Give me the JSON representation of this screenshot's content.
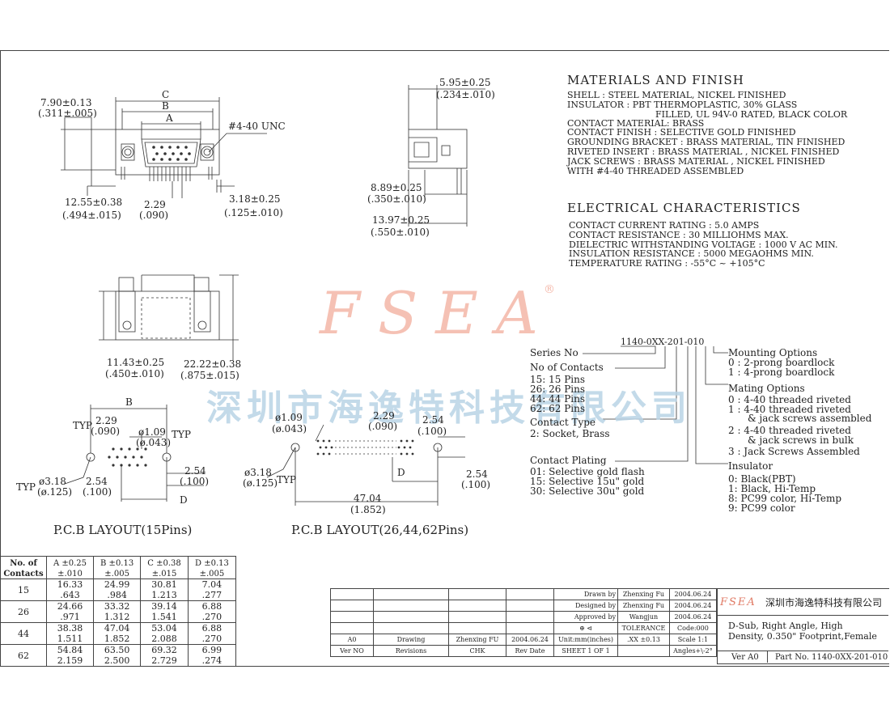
{
  "watermark": {
    "logo": "FSEA",
    "registered": "®",
    "company_cn": "深圳市海逸特科技有限公司"
  },
  "front_view": {
    "dim_c": "C",
    "dim_b": "B",
    "dim_a": "A",
    "width_mm": "7.90±0.13",
    "width_in": "(.311±.005)",
    "screw": "#4-40 UNC",
    "height_mm": "12.55±0.38",
    "height_in": "(.494±.015)",
    "pitch_mm": "2.29",
    "pitch_in": "(.090)",
    "tail_mm": "3.18±0.25",
    "tail_in": "(.125±.010)"
  },
  "side_view": {
    "top_mm": "5.95±0.25",
    "top_in": "(.234±.010)",
    "mid_mm": "8.89±0.25",
    "mid_in": "(.350±.010)",
    "bot_mm": "13.97±0.25",
    "bot_in": "(.550±.010)"
  },
  "top_view": {
    "h1_mm": "11.43±0.25",
    "h1_in": "(.450±.010)",
    "h2_mm": "22.22±0.38",
    "h2_in": "(.875±.015)"
  },
  "pcb15": {
    "dim_b": "B",
    "dim_d": "D",
    "typ": "TYP",
    "p229_mm": "2.29",
    "p229_in": "(.090)",
    "d109_mm": "ø1.09",
    "d109_in": "(ø.043)",
    "d318_mm": "ø3.18",
    "d318_in": "(ø.125)",
    "p254_mm": "2.54",
    "p254_in": "(.100)",
    "p254b_mm": "2.54",
    "p254b_in": "(.100)",
    "title": "P.C.B LAYOUT(15Pins)"
  },
  "pcb_multi": {
    "d109_mm": "ø1.09",
    "d109_in": "(ø.043)",
    "p229_mm": "2.29",
    "p229_in": "(.090)",
    "p254_mm": "2.54",
    "p254_in": "(.100)",
    "d318_mm": "ø3.18",
    "d318_in": "(ø.125)",
    "typ": "TYP",
    "dim_d": "D",
    "p254b_mm": "2.54",
    "p254b_in": "(.100)",
    "span_mm": "47.04",
    "span_in": "(1.852)",
    "title": "P.C.B LAYOUT(26,44,62Pins)"
  },
  "materials": {
    "title": "MATERIALS AND FINISH",
    "lines": [
      "SHELL : STEEL MATERIAL, NICKEL FINISHED",
      "INSULATOR : PBT THERMOPLASTIC, 30% GLASS",
      "FILLED, UL 94V-0 RATED, BLACK COLOR",
      "CONTACT MATERIAL: BRASS",
      "CONTACT FINISH : SELECTIVE GOLD FINISHED",
      "GROUNDING BRACKET : BRASS MATERIAL, TIN FINISHED",
      "RIVETED INSERT : BRASS MATERIAL , NICKEL FINISHED",
      "JACK SCREWS : BRASS MATERIAL , NICKEL FINISHED",
      "WITH #4-40 THREADED ASSEMBLED"
    ]
  },
  "electrical": {
    "title": "ELECTRICAL CHARACTERISTICS",
    "lines": [
      "CONTACT CURRENT RATING : 5.0 AMPS",
      "CONTACT RESISTANCE : 30 MILLIOHMS MAX.",
      "DIELECTRIC WITHSTANDING VOLTAGE : 1000 V AC MIN.",
      "INSULATION RESISTANCE : 5000 MEGAOHMS MIN.",
      "TEMPERATURE RATING : -55°C ~ +105°C"
    ]
  },
  "part_number": {
    "code": "1140-0XX-201-010",
    "series": "Series No",
    "contacts_title": "No of Contacts",
    "contacts": [
      "15: 15 Pins",
      "26: 26 Pins",
      "44: 44 Pins",
      "62: 62 Pins"
    ],
    "contact_type_title": "Contact Type",
    "contact_type": "2: Socket, Brass",
    "plating_title": "Contact Plating",
    "plating": [
      "01: Selective gold flash",
      "15: Selective 15u\" gold",
      "30: Selective 30u\" gold"
    ],
    "mounting_title": "Mounting Options",
    "mounting": [
      "0 : 2-prong boardlock",
      "1 : 4-prong boardlock"
    ],
    "mating_title": "Mating Options",
    "mating": [
      "0 : 4-40 threaded riveted",
      "1 : 4-40 threaded riveted",
      "& jack screws assembled",
      "2 : 4-40 threaded riveted",
      "& jack screws in bulk",
      "3 : Jack Screws Assembled"
    ],
    "insulator_title": "Insulator",
    "insulator": [
      "0: Black(PBT)",
      "1: Black, Hi-Temp",
      "8: PC99 color, Hi-Temp",
      "9: PC99 color"
    ]
  },
  "dim_table": {
    "headers": [
      {
        "main": "No. of",
        "sub": "Contacts"
      },
      {
        "main": "A ±0.25",
        "sub": "±.010"
      },
      {
        "main": "B ±0.13",
        "sub": "±.005"
      },
      {
        "main": "C ±0.38",
        "sub": "±.015"
      },
      {
        "main": "D ±0.13",
        "sub": "±.005"
      }
    ],
    "rows": [
      {
        "n": "15",
        "a": [
          "16.33",
          ".643"
        ],
        "b": [
          "24.99",
          ".984"
        ],
        "c": [
          "30.81",
          "1.213"
        ],
        "d": [
          "7.04",
          ".277"
        ]
      },
      {
        "n": "26",
        "a": [
          "24.66",
          ".971"
        ],
        "b": [
          "33.32",
          "1.312"
        ],
        "c": [
          "39.14",
          "1.541"
        ],
        "d": [
          "6.88",
          ".270"
        ]
      },
      {
        "n": "44",
        "a": [
          "38.38",
          "1.511"
        ],
        "b": [
          "47.04",
          "1.852"
        ],
        "c": [
          "53.04",
          "2.088"
        ],
        "d": [
          "6.88",
          ".270"
        ]
      },
      {
        "n": "62",
        "a": [
          "54.84",
          "2.159"
        ],
        "b": [
          "63.50",
          "2.500"
        ],
        "c": [
          "69.32",
          "2.729"
        ],
        "d": [
          "6.99",
          ".274"
        ]
      }
    ]
  },
  "title_block": {
    "drawn_label": "Drawn  by",
    "drawn_name": "Zhenxing Fu",
    "drawn_date": "2004.06.24",
    "designed_label": "Designed by",
    "designed_name": "Zhenxing Fu",
    "designed_date": "2004.06.24",
    "approved_label": "Approved by",
    "approved_name": "Wangjun",
    "approved_date": "2004.06.24",
    "tolerance": "TOLERANCE",
    "code": "Code:000",
    "rev_a0": "A0",
    "rev_drawing": "Drawing",
    "rev_by": "Zhenxing FU",
    "rev_date": "2004.06.24",
    "units": "Unit:mm(inches)",
    "tol_xx": ".XX  ±0.13",
    "scale": "Scale 1:1",
    "ver_no": "Ver NO",
    "revisions": "Revisions",
    "chk": "CHK",
    "rev_date_label": "Rev Date",
    "sheet": "SHEET 1 OF 1",
    "angles": "Angles+\\-2°",
    "logo": "FSEA",
    "company": "深圳市海逸特科技有限公司",
    "desc1": "D-Sub, Right Angle, High",
    "desc2": "Density, 0.350\" Footprint,Female",
    "ver_a0": "Ver A0",
    "part_no": "Part No. 1140-0XX-201-010"
  }
}
